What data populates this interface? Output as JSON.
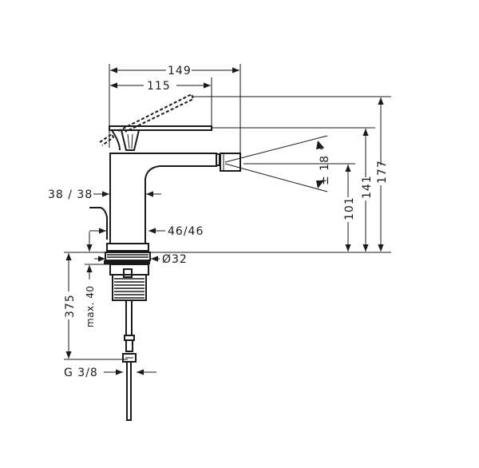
{
  "drawing": {
    "title": "Bidet mixer dimensional drawing",
    "line_color": "#1a1a1a",
    "background": "#ffffff"
  },
  "dimensions": {
    "total_width": "149",
    "lever_width": "115",
    "total_height": "177",
    "lever_height": "141",
    "spout_height": "101",
    "spout_angle": "± 18 °",
    "body_width_upper": "38 / 38",
    "body_width_lower": "46/46",
    "thread_diameter": "Ø32",
    "hose_length": "375",
    "max_deck_thickness": "max. 40",
    "connection": "G 3/8"
  }
}
